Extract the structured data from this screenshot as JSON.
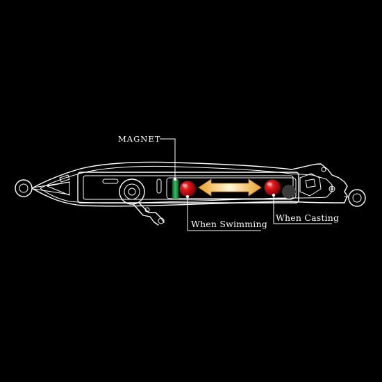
{
  "labels": {
    "magnet": "MAGNET",
    "when_swimming": "When Swimming",
    "when_casting": "When Casting"
  },
  "colors": {
    "background": "#000000",
    "outline": "#ffffff",
    "magnet": "#1f9a4a",
    "ball": "#d10f14",
    "rest_ball": "#3a3a3a",
    "arrow": "#f1b73a"
  }
}
